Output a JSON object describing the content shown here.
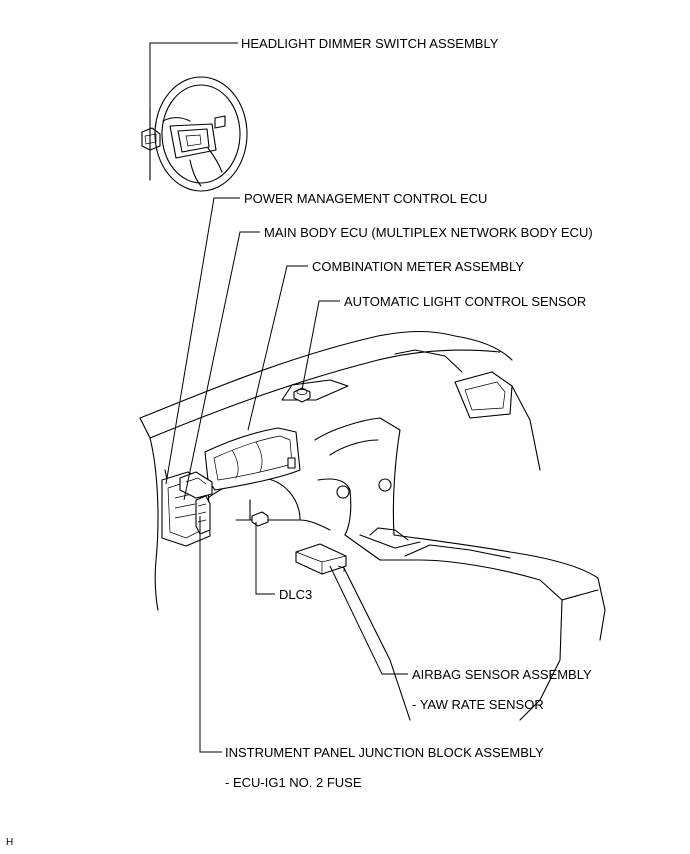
{
  "labels": {
    "headlight_dimmer_switch": "HEADLIGHT DIMMER SWITCH ASSEMBLY",
    "power_management_ecu": "POWER MANAGEMENT CONTROL ECU",
    "main_body_ecu": "MAIN BODY ECU (MULTIPLEX NETWORK BODY ECU)",
    "combination_meter": "COMBINATION METER ASSEMBLY",
    "auto_light_sensor": "AUTOMATIC LIGHT CONTROL SENSOR",
    "dlc3": "DLC3",
    "airbag_sensor": "AIRBAG SENSOR ASSEMBLY",
    "yaw_rate_sensor": "- YAW RATE SENSOR",
    "ip_junction_block": "INSTRUMENT PANEL JUNCTION BLOCK ASSEMBLY",
    "ecu_ig1_fuse": "- ECU-IG1 NO. 2 FUSE"
  },
  "corner_mark": "H"
}
